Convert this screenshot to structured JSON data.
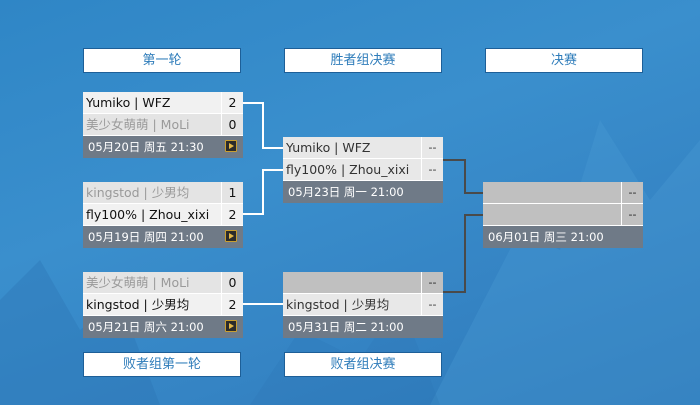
{
  "headers": {
    "round1": "第一轮",
    "winners_final": "胜者组决赛",
    "final": "决赛",
    "losers_round1": "败者组第一轮",
    "losers_final": "败者组决赛"
  },
  "matches": [
    {
      "id": "r1-m1",
      "players": [
        {
          "name": "Yumiko | WFZ",
          "score": "2",
          "status": "win"
        },
        {
          "name": "美少女萌萌 | MoLi",
          "score": "0",
          "status": "lose"
        }
      ],
      "time": "05月20日 周五 21:30",
      "has_replay": true
    },
    {
      "id": "r1-m2",
      "players": [
        {
          "name": "kingstod | 少男均",
          "score": "1",
          "status": "lose"
        },
        {
          "name": "fly100% | Zhou_xixi",
          "score": "2",
          "status": "win"
        }
      ],
      "time": "05月19日 周四 21:00",
      "has_replay": true
    },
    {
      "id": "l1-m1",
      "players": [
        {
          "name": "美少女萌萌 | MoLi",
          "score": "0",
          "status": "lose"
        },
        {
          "name": "kingstod | 少男均",
          "score": "2",
          "status": "win"
        }
      ],
      "time": "05月21日 周六 21:00",
      "has_replay": true
    },
    {
      "id": "wf-m1",
      "players": [
        {
          "name": "Yumiko | WFZ",
          "score": "--",
          "status": "pending"
        },
        {
          "name": "fly100% | Zhou_xixi",
          "score": "--",
          "status": "pending"
        }
      ],
      "time": "05月23日 周一 21:00",
      "has_replay": false
    },
    {
      "id": "lf-m1",
      "players": [
        {
          "name": "",
          "score": "--",
          "status": "empty"
        },
        {
          "name": "kingstod | 少男均",
          "score": "--",
          "status": "pending"
        }
      ],
      "time": "05月31日 周二 21:00",
      "has_replay": false
    },
    {
      "id": "final-m1",
      "players": [
        {
          "name": "",
          "score": "--",
          "status": "empty"
        },
        {
          "name": "",
          "score": "--",
          "status": "empty"
        }
      ],
      "time": "06月01日 周三 21:00",
      "has_replay": false
    }
  ],
  "icons": {
    "replay": "play-replay-icon"
  },
  "colors": {
    "background": "#3a8fcd",
    "header_text": "#2e7cba",
    "info_bar": "#6f7a87",
    "connector": "#ffffff",
    "connector_dark": "#4a4a4a",
    "replay_icon": "#e4b844"
  }
}
